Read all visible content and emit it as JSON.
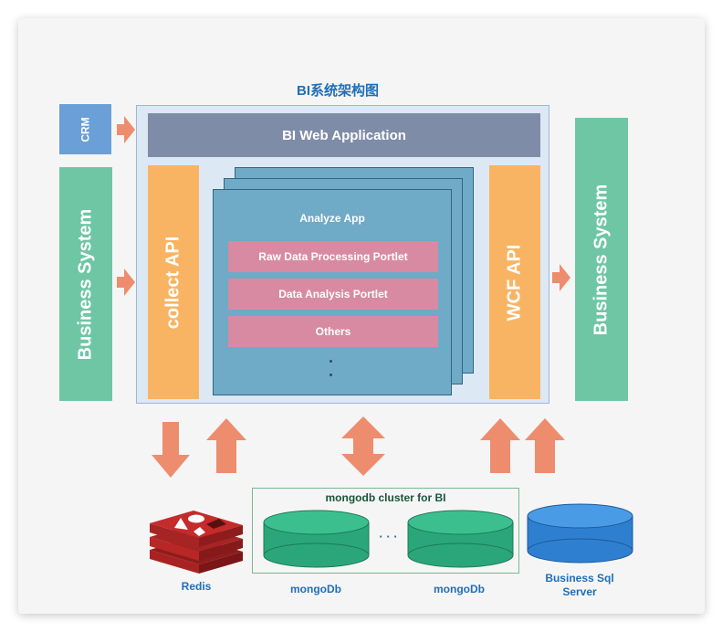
{
  "title": "BI系统架构图",
  "crm": "CRM",
  "business_system_left": "Business System",
  "business_system_right": "Business System",
  "web_application": "BI Web Application",
  "collect_api": "collect API",
  "wcf_api": "WCF API",
  "analyze_app": {
    "label": "Analyze App",
    "portlets": [
      "Raw Data Processing Portlet",
      "Data Analysis Portlet",
      "Others"
    ]
  },
  "storage": {
    "redis": "Redis",
    "cluster_label": "mongodb cluster for BI",
    "mongo_left": "mongoDb",
    "mongo_right": "mongoDb",
    "ellipsis": "· · ·",
    "sql_server": [
      "Business Sql",
      "Server"
    ]
  },
  "colors": {
    "arrow": "#ee8c6e",
    "business_system": "#6ec6a5",
    "api": "#f9b463",
    "web_application": "#7f8ca7",
    "analyze_app": "#6faac6",
    "portlet": "#d88aa3",
    "mongodb": "#2aa67a",
    "redis": "#c42b2b",
    "sql_server": "#2f7fd1",
    "title": "#1f6fb8"
  }
}
